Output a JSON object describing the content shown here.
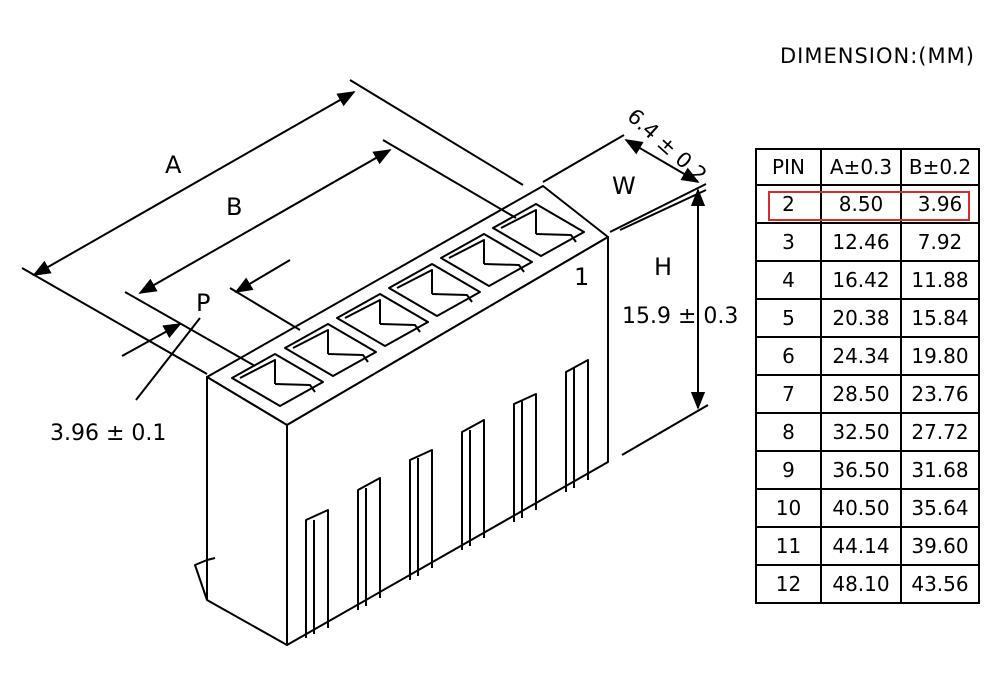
{
  "heading": "DIMENSION:(MM)",
  "labels": {
    "a": "A",
    "b": "B",
    "p": "P",
    "w": "W",
    "h": "H",
    "pin_one": "1",
    "pitch": "3.96 ± 0.1",
    "height": "15.9 ± 0.3",
    "width": "6.4 ± 0.2"
  },
  "table": {
    "headers": [
      "PIN",
      "A±0.3",
      "B±0.2"
    ],
    "rows": [
      [
        "2",
        "8.50",
        "3.96"
      ],
      [
        "3",
        "12.46",
        "7.92"
      ],
      [
        "4",
        "16.42",
        "11.88"
      ],
      [
        "5",
        "20.38",
        "15.84"
      ],
      [
        "6",
        "24.34",
        "19.80"
      ],
      [
        "7",
        "28.50",
        "23.76"
      ],
      [
        "8",
        "32.50",
        "27.72"
      ],
      [
        "9",
        "36.50",
        "31.68"
      ],
      [
        "10",
        "40.50",
        "35.64"
      ],
      [
        "11",
        "44.14",
        "39.60"
      ],
      [
        "12",
        "48.10",
        "43.56"
      ]
    ]
  },
  "highlight_color": "#d62b2b"
}
